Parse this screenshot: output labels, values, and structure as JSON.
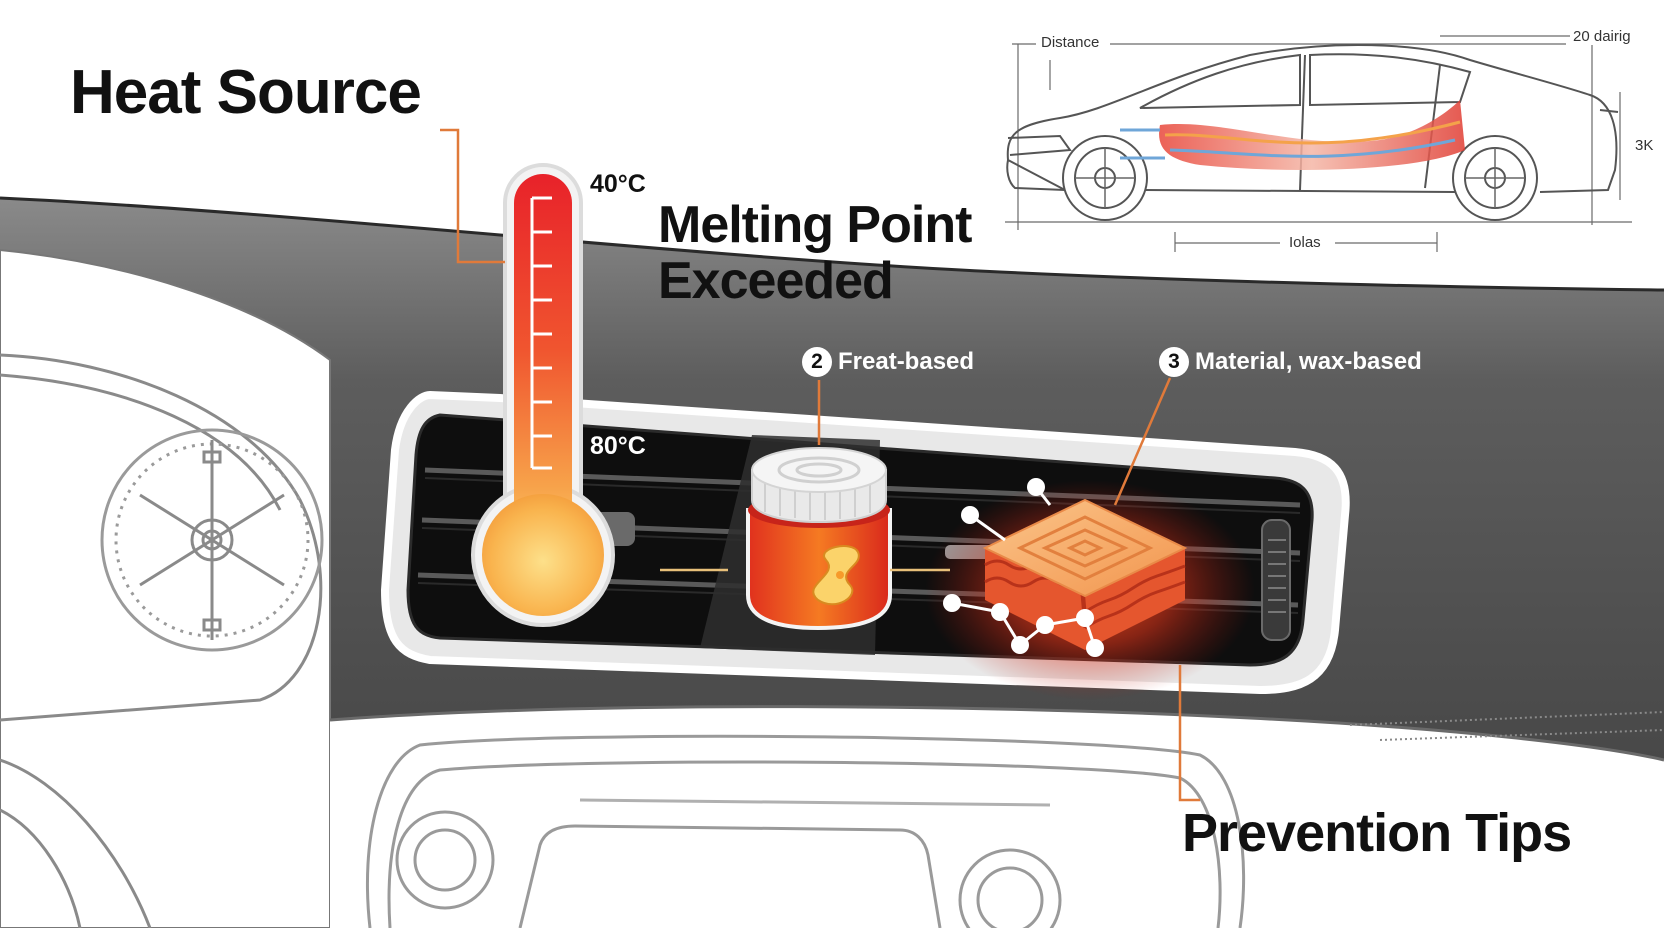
{
  "headings": {
    "heat_source": "Heat Source",
    "melting_point_line1": "Melting Point",
    "melting_point_line2": "Exceeded",
    "prevention_tips": "Prevention Tips"
  },
  "thermometer": {
    "top_label": "40°C",
    "bottom_label": "80°C"
  },
  "callouts": [
    {
      "number": "2",
      "label": "Freat-based"
    },
    {
      "number": "3",
      "label": "Material, wax-based"
    }
  ],
  "car_diagram": {
    "dimension_labels": {
      "distance": "Distance",
      "top_right": "20 dairig",
      "right": "3K",
      "bottom": "Iolas"
    }
  },
  "colors": {
    "accent_orange": "#e07a3a",
    "thermo_red": "#e8282a",
    "thermo_yellow": "#fcd36a",
    "dash_dark": "#4a4a4a",
    "vent_black": "#0e0e0e"
  },
  "icons": [
    "thermometer-icon",
    "gel-jar-icon",
    "wax-block-icon",
    "car-blueprint-icon"
  ]
}
